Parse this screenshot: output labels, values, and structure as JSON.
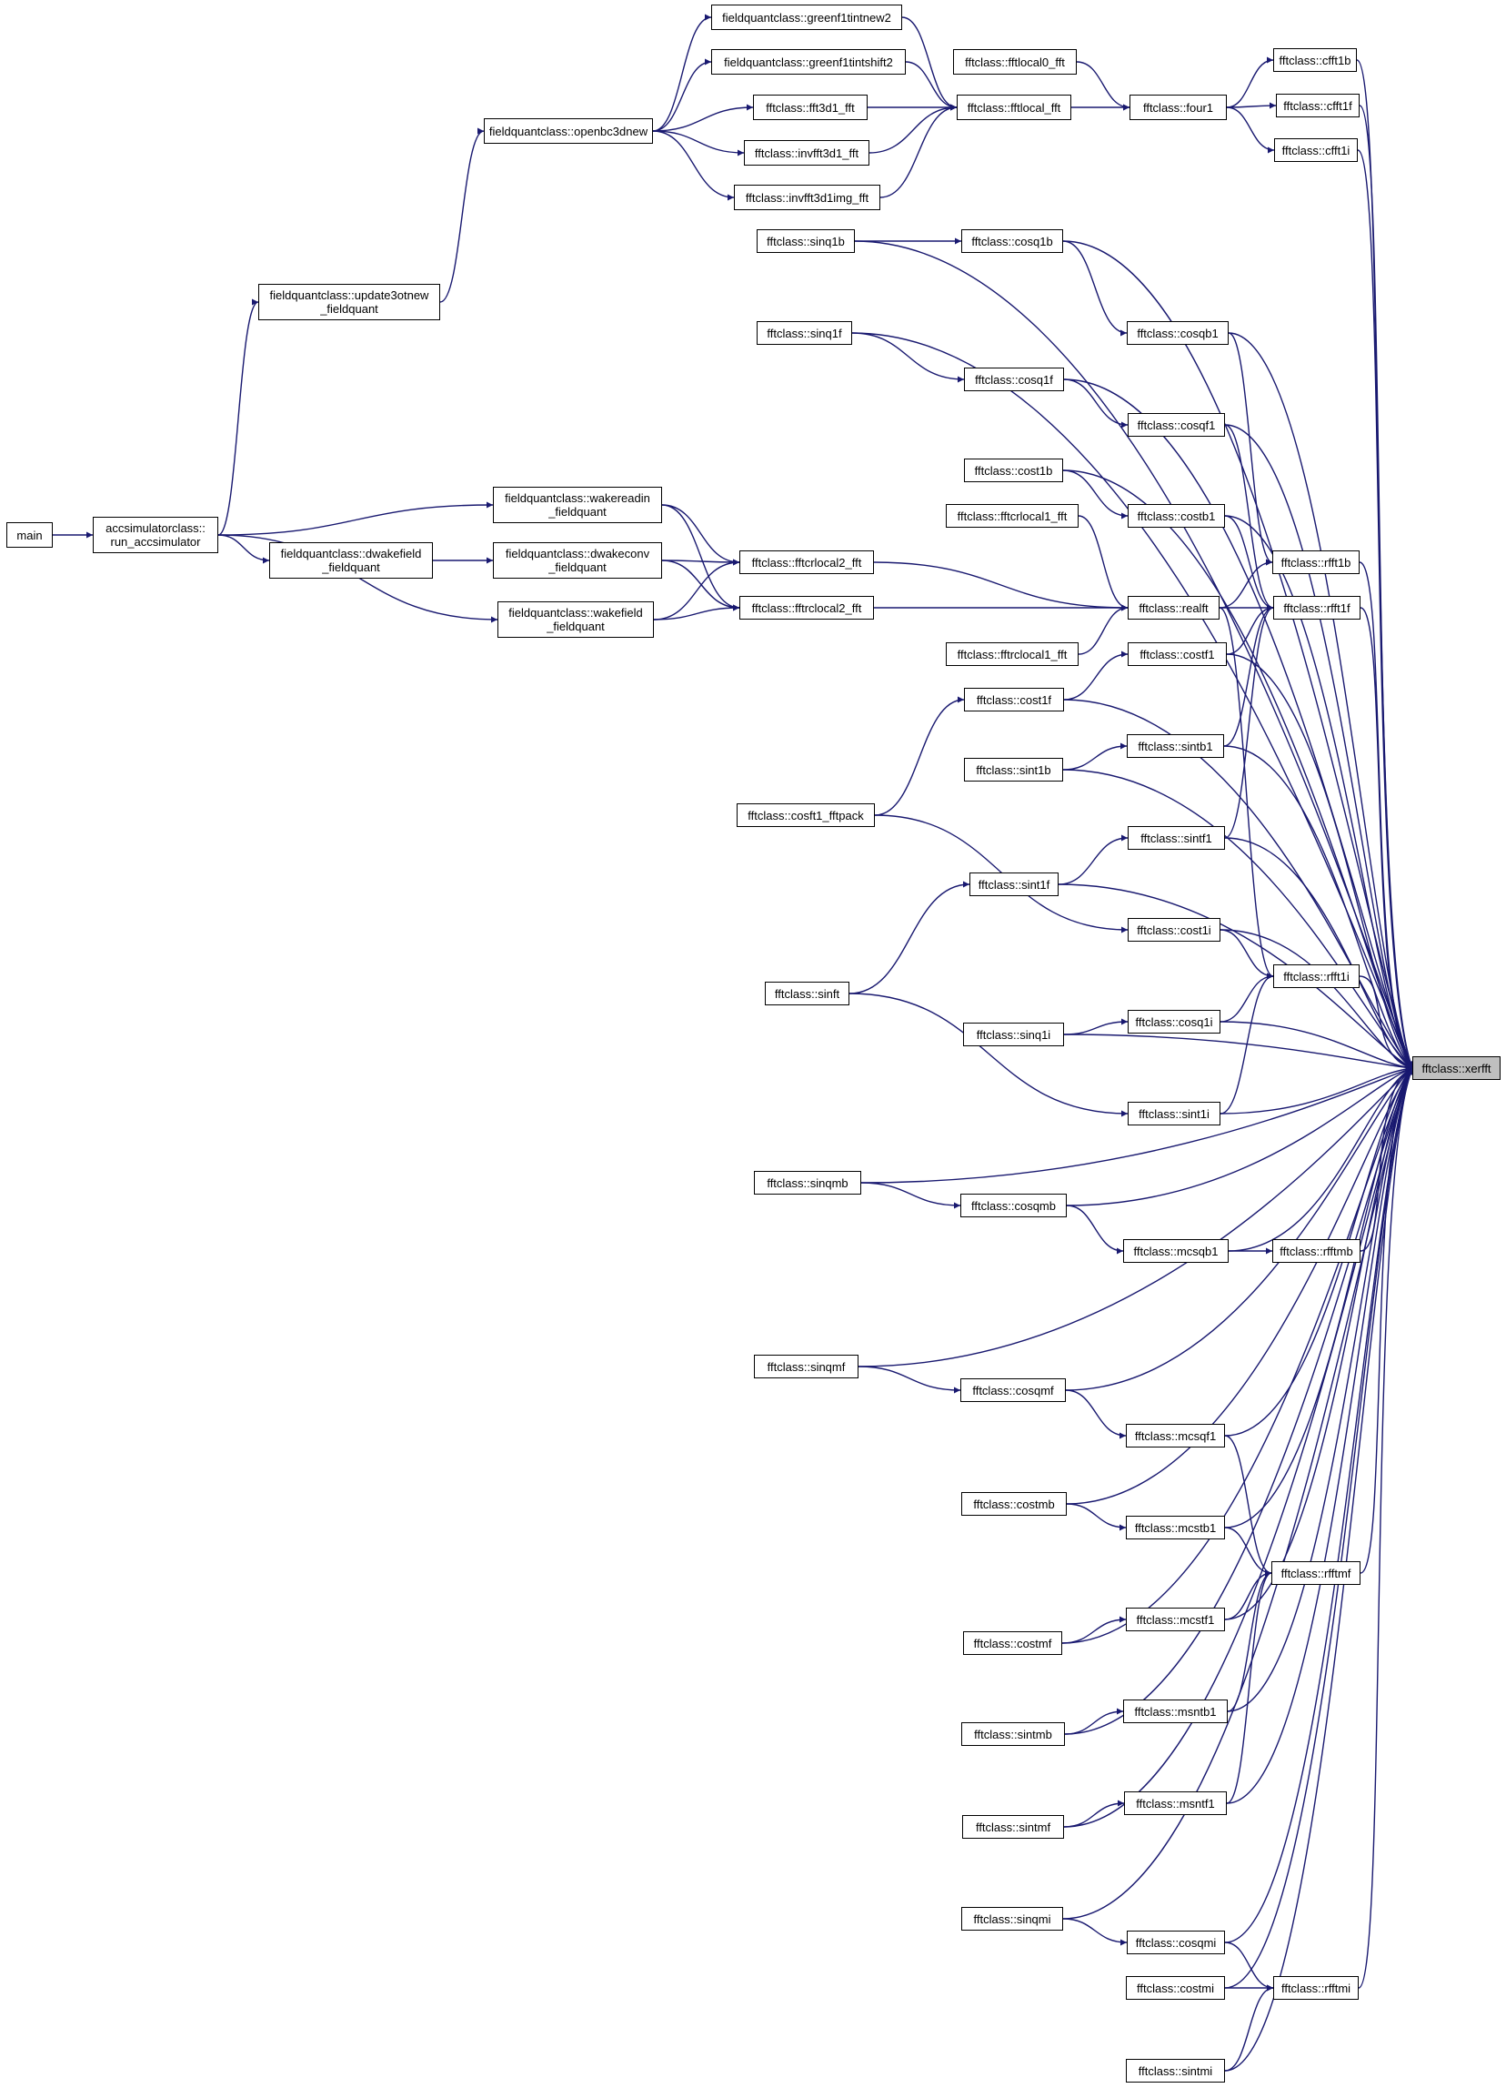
{
  "colors": {
    "edge": "#191970",
    "node_border": "#000000",
    "node_fill": "#ffffff",
    "highlight_fill": "#bfbfbf"
  },
  "nodes": {
    "main": [
      "main"
    ],
    "run": [
      "accsimulatorclass::",
      "run_accsimulator"
    ],
    "update3ot": [
      "fieldquantclass::update3otnew",
      "_fieldquant"
    ],
    "openbc": [
      "fieldquantclass::openbc3dnew"
    ],
    "greentintnew": [
      "fieldquantclass::greenf1tintnew2"
    ],
    "greentintshift": [
      "fieldquantclass::greenf1tintshift2"
    ],
    "fft3d1": [
      "fftclass::fft3d1_fft"
    ],
    "invfft3d1": [
      "fftclass::invfft3d1_fft"
    ],
    "invfft3d1img": [
      "fftclass::invfft3d1img_fft"
    ],
    "fftlocal0": [
      "fftclass::fftlocal0_fft"
    ],
    "fftlocal": [
      "fftclass::fftlocal_fft"
    ],
    "four1": [
      "fftclass::four1"
    ],
    "cfft1b": [
      "fftclass::cfft1b"
    ],
    "cfft1f": [
      "fftclass::cfft1f"
    ],
    "cfft1i": [
      "fftclass::cfft1i"
    ],
    "sinq1b": [
      "fftclass::sinq1b"
    ],
    "cosq1b": [
      "fftclass::cosq1b"
    ],
    "sinq1f": [
      "fftclass::sinq1f"
    ],
    "cosqb1": [
      "fftclass::cosqb1"
    ],
    "cosq1f": [
      "fftclass::cosq1f"
    ],
    "cosqf1": [
      "fftclass::cosqf1"
    ],
    "cost1b": [
      "fftclass::cost1b"
    ],
    "costb1": [
      "fftclass::costb1"
    ],
    "wakereadin": [
      "fieldquantclass::wakereadin",
      "_fieldquant"
    ],
    "dwakefield": [
      "fieldquantclass::dwakefield",
      "_fieldquant"
    ],
    "dwakeconv": [
      "fieldquantclass::dwakeconv",
      "_fieldquant"
    ],
    "wakefield": [
      "fieldquantclass::wakefield",
      "_fieldquant"
    ],
    "fftcrlocal1": [
      "fftclass::fftcrlocal1_fft"
    ],
    "fftcrlocal2": [
      "fftclass::fftcrlocal2_fft"
    ],
    "fftrclocal2": [
      "fftclass::fftrclocal2_fft"
    ],
    "fftrclocal1": [
      "fftclass::fftrclocal1_fft"
    ],
    "realft": [
      "fftclass::realft"
    ],
    "rfft1b": [
      "fftclass::rfft1b"
    ],
    "rfft1f": [
      "fftclass::rfft1f"
    ],
    "cost1": [
      "fftclass::costf1"
    ],
    "cost1f": [
      "fftclass::cost1f"
    ],
    "sintb1": [
      "fftclass::sintb1"
    ],
    "sint1b": [
      "fftclass::sint1b"
    ],
    "cosft1": [
      "fftclass::cosft1_fftpack"
    ],
    "sintf1": [
      "fftclass::sintf1"
    ],
    "sint1f": [
      "fftclass::sint1f"
    ],
    "cost1i": [
      "fftclass::cost1i"
    ],
    "sinft": [
      "fftclass::sinft"
    ],
    "rfft1i": [
      "fftclass::rfft1i"
    ],
    "cosq1i": [
      "fftclass::cosq1i"
    ],
    "sinq1i": [
      "fftclass::sinq1i"
    ],
    "xerfft": [
      "fftclass::xerfft"
    ],
    "sint1i": [
      "fftclass::sint1i"
    ],
    "sinqmb": [
      "fftclass::sinqmb"
    ],
    "cosqmb": [
      "fftclass::cosqmb"
    ],
    "mcsqb1": [
      "fftclass::mcsqb1"
    ],
    "rfftmb": [
      "fftclass::rfftmb"
    ],
    "sinqmf": [
      "fftclass::sinqmf"
    ],
    "cosqmf": [
      "fftclass::cosqmf"
    ],
    "mcsqf1": [
      "fftclass::mcsqf1"
    ],
    "costmb": [
      "fftclass::costmb"
    ],
    "mcstb1": [
      "fftclass::mcstb1"
    ],
    "rfftmf": [
      "fftclass::rfftmf"
    ],
    "mcstf1": [
      "fftclass::mcstf1"
    ],
    "costmf": [
      "fftclass::costmf"
    ],
    "msntb1": [
      "fftclass::msntb1"
    ],
    "sintmb": [
      "fftclass::sintmb"
    ],
    "msntf1": [
      "fftclass::msntf1"
    ],
    "sintmf": [
      "fftclass::sintmf"
    ],
    "sinqmi": [
      "fftclass::sinqmi"
    ],
    "cosqmi": [
      "fftclass::cosqmi"
    ],
    "rfftmi": [
      "fftclass::rfftmi"
    ],
    "costmi": [
      "fftclass::costmi"
    ],
    "sintmi": [
      "fftclass::sintmi"
    ]
  },
  "highlighted": "xerfft",
  "edges": [
    [
      "main",
      "run"
    ],
    [
      "run",
      "update3ot"
    ],
    [
      "run",
      "wakereadin"
    ],
    [
      "run",
      "dwakefield"
    ],
    [
      "run",
      "wakefield"
    ],
    [
      "update3ot",
      "openbc"
    ],
    [
      "openbc",
      "greentintnew"
    ],
    [
      "openbc",
      "greentintshift"
    ],
    [
      "openbc",
      "fft3d1"
    ],
    [
      "openbc",
      "invfft3d1"
    ],
    [
      "openbc",
      "invfft3d1img"
    ],
    [
      "greentintnew",
      "fftlocal"
    ],
    [
      "greentintshift",
      "fftlocal"
    ],
    [
      "fft3d1",
      "fftlocal"
    ],
    [
      "invfft3d1",
      "fftlocal"
    ],
    [
      "invfft3d1img",
      "fftlocal"
    ],
    [
      "fftlocal0",
      "four1"
    ],
    [
      "fftlocal",
      "four1"
    ],
    [
      "four1",
      "cfft1b"
    ],
    [
      "four1",
      "cfft1f"
    ],
    [
      "four1",
      "cfft1i"
    ],
    [
      "dwakefield",
      "dwakeconv"
    ],
    [
      "wakereadin",
      "fftcrlocal2"
    ],
    [
      "wakereadin",
      "fftrclocal2"
    ],
    [
      "dwakeconv",
      "fftcrlocal2"
    ],
    [
      "dwakeconv",
      "fftrclocal2"
    ],
    [
      "wakefield",
      "fftcrlocal2"
    ],
    [
      "wakefield",
      "fftrclocal2"
    ],
    [
      "fftcrlocal1",
      "realft"
    ],
    [
      "fftcrlocal2",
      "realft"
    ],
    [
      "fftrclocal2",
      "realft"
    ],
    [
      "fftrclocal1",
      "realft"
    ],
    [
      "realft",
      "rfft1b"
    ],
    [
      "realft",
      "rfft1f"
    ],
    [
      "realft",
      "rfft1i"
    ],
    [
      "sinq1b",
      "cosq1b"
    ],
    [
      "cosq1b",
      "cosqb1"
    ],
    [
      "cosqb1",
      "rfft1b"
    ],
    [
      "sinq1f",
      "cosq1f"
    ],
    [
      "cosq1f",
      "cosqf1"
    ],
    [
      "cosqf1",
      "rfft1f"
    ],
    [
      "cost1b",
      "costb1"
    ],
    [
      "costb1",
      "rfft1f"
    ],
    [
      "cost1",
      "rfft1f"
    ],
    [
      "cost1f",
      "cost1"
    ],
    [
      "cosft1",
      "cost1f"
    ],
    [
      "sint1b",
      "sintb1"
    ],
    [
      "sintb1",
      "rfft1f"
    ],
    [
      "sint1f",
      "sintf1"
    ],
    [
      "sintf1",
      "rfft1f"
    ],
    [
      "sinft",
      "sint1f"
    ],
    [
      "cosft1",
      "cost1i"
    ],
    [
      "cost1i",
      "rfft1i"
    ],
    [
      "sinq1i",
      "cosq1i"
    ],
    [
      "cosq1i",
      "rfft1i"
    ],
    [
      "sinft",
      "sint1i"
    ],
    [
      "sint1i",
      "rfft1i"
    ],
    [
      "sinqmb",
      "cosqmb"
    ],
    [
      "cosqmb",
      "mcsqb1"
    ],
    [
      "mcsqb1",
      "rfftmb"
    ],
    [
      "sinqmf",
      "cosqmf"
    ],
    [
      "cosqmf",
      "mcsqf1"
    ],
    [
      "mcsqf1",
      "rfftmf"
    ],
    [
      "costmb",
      "mcstb1"
    ],
    [
      "mcstb1",
      "rfftmf"
    ],
    [
      "costmf",
      "mcstf1"
    ],
    [
      "mcstf1",
      "rfftmf"
    ],
    [
      "sintmb",
      "msntb1"
    ],
    [
      "msntb1",
      "rfftmf"
    ],
    [
      "sintmf",
      "msntf1"
    ],
    [
      "msntf1",
      "rfftmf"
    ],
    [
      "sinqmi",
      "cosqmi"
    ],
    [
      "cosqmi",
      "rfftmi"
    ],
    [
      "costmi",
      "rfftmi"
    ],
    [
      "sintmi",
      "rfftmi"
    ],
    [
      "cfft1b",
      "xerfft"
    ],
    [
      "cfft1f",
      "xerfft"
    ],
    [
      "cfft1i",
      "xerfft"
    ],
    [
      "sinq1b",
      "xerfft"
    ],
    [
      "cosq1b",
      "xerfft"
    ],
    [
      "sinq1f",
      "xerfft"
    ],
    [
      "cosqb1",
      "xerfft"
    ],
    [
      "cosq1f",
      "xerfft"
    ],
    [
      "cosqf1",
      "xerfft"
    ],
    [
      "cost1b",
      "xerfft"
    ],
    [
      "costb1",
      "xerfft"
    ],
    [
      "rfft1b",
      "xerfft"
    ],
    [
      "rfft1f",
      "xerfft"
    ],
    [
      "cost1",
      "xerfft"
    ],
    [
      "cost1f",
      "xerfft"
    ],
    [
      "sintb1",
      "xerfft"
    ],
    [
      "sint1b",
      "xerfft"
    ],
    [
      "sintf1",
      "xerfft"
    ],
    [
      "sint1f",
      "xerfft"
    ],
    [
      "cost1i",
      "xerfft"
    ],
    [
      "rfft1i",
      "xerfft"
    ],
    [
      "cosq1i",
      "xerfft"
    ],
    [
      "sinq1i",
      "xerfft"
    ],
    [
      "sint1i",
      "xerfft"
    ],
    [
      "sinqmb",
      "xerfft"
    ],
    [
      "cosqmb",
      "xerfft"
    ],
    [
      "mcsqb1",
      "xerfft"
    ],
    [
      "rfftmb",
      "xerfft"
    ],
    [
      "sinqmf",
      "xerfft"
    ],
    [
      "cosqmf",
      "xerfft"
    ],
    [
      "mcsqf1",
      "xerfft"
    ],
    [
      "costmb",
      "xerfft"
    ],
    [
      "mcstb1",
      "xerfft"
    ],
    [
      "rfftmf",
      "xerfft"
    ],
    [
      "mcstf1",
      "xerfft"
    ],
    [
      "costmf",
      "xerfft"
    ],
    [
      "msntb1",
      "xerfft"
    ],
    [
      "sintmb",
      "xerfft"
    ],
    [
      "msntf1",
      "xerfft"
    ],
    [
      "sintmf",
      "xerfft"
    ],
    [
      "sinqmi",
      "xerfft"
    ],
    [
      "cosqmi",
      "xerfft"
    ],
    [
      "rfftmi",
      "xerfft"
    ],
    [
      "costmi",
      "xerfft"
    ],
    [
      "sintmi",
      "xerfft"
    ]
  ]
}
